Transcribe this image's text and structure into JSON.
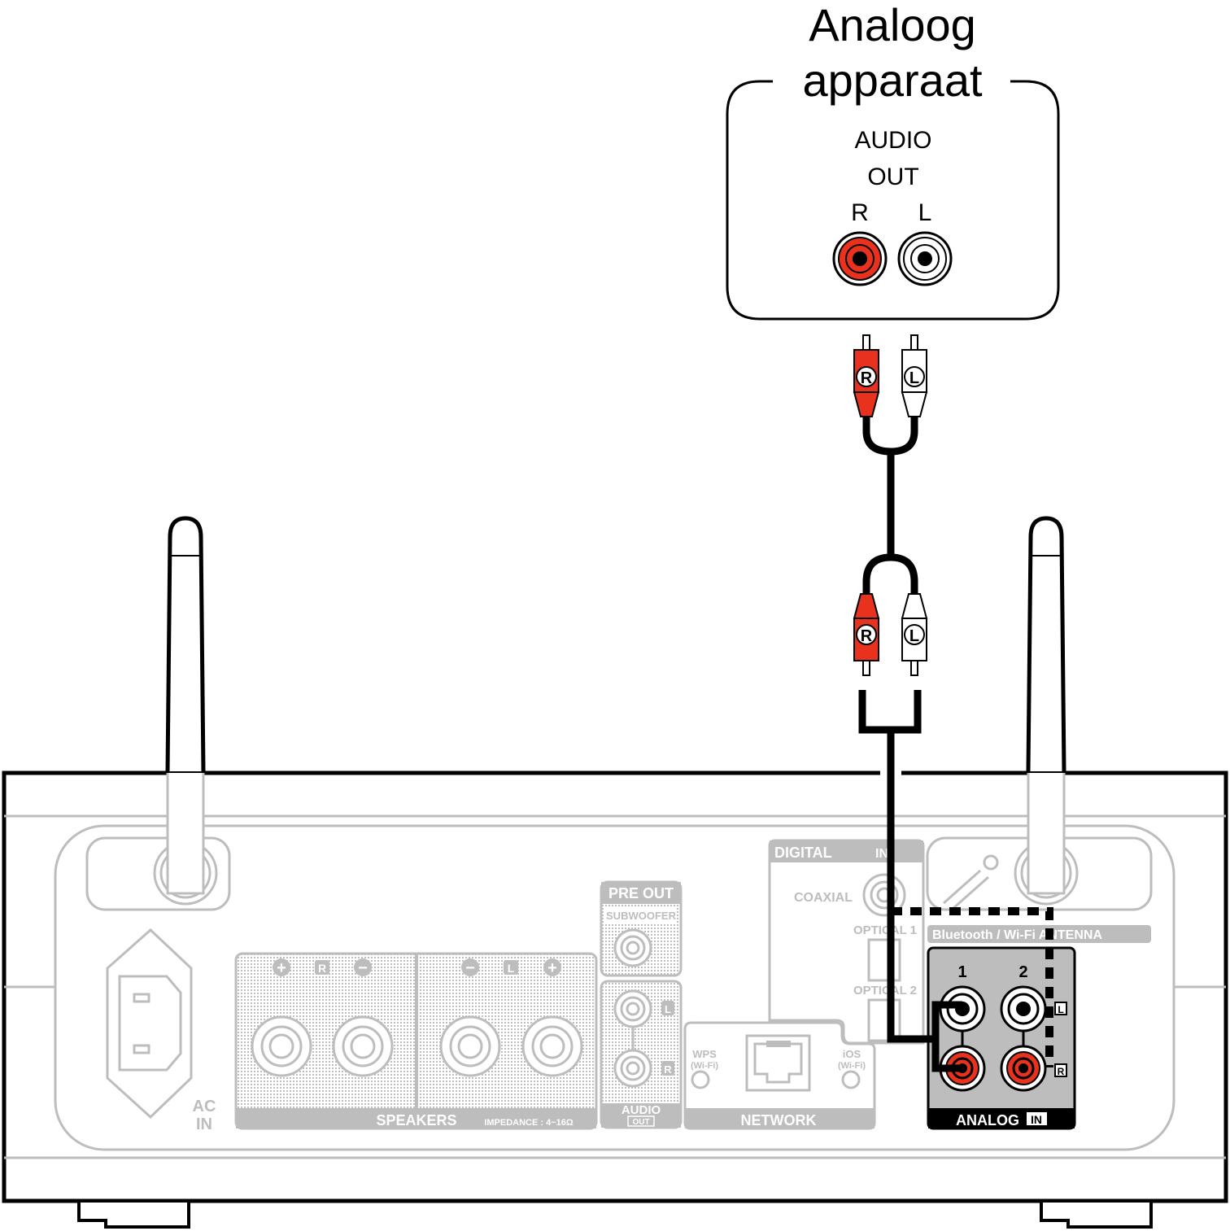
{
  "device_box": {
    "title_line1": "Analoog",
    "title_line2": "apparaat",
    "audio_label": "AUDIO",
    "out_label": "OUT",
    "r_label": "R",
    "l_label": "L"
  },
  "cable": {
    "plug_r": "R",
    "plug_l": "L"
  },
  "rear_panel": {
    "ac_in": [
      "AC",
      "IN"
    ],
    "speakers": {
      "label": "SPEAKERS",
      "impedance": "IMPEDANCE : 4~16Ω",
      "plus": "+",
      "minus": "−",
      "r": "R",
      "l": "L"
    },
    "pre_out": {
      "label": "PRE OUT",
      "subwoofer": "SUBWOOFER"
    },
    "audio_out": {
      "label": "AUDIO",
      "out": "OUT",
      "l": "L",
      "r": "R"
    },
    "network": {
      "label": "NETWORK",
      "wps": "WPS",
      "wps_sub": "(Wi-Fi)",
      "ios": "iOS",
      "ios_sub": "(Wi-Fi)"
    },
    "digital": {
      "label": "DIGITAL",
      "in": "IN",
      "coaxial": "COAXIAL",
      "optical1": "OPTICAL 1",
      "optical2": "OPTICAL 2"
    },
    "antenna": {
      "label": "Bluetooth / Wi-Fi ANTENNA"
    },
    "analog_in": {
      "label": "ANALOG",
      "in": "IN",
      "input1": "1",
      "input2": "2",
      "l": "L",
      "r": "R"
    }
  },
  "colors": {
    "red": "#e8321e",
    "gray": "#bdbdbd",
    "black": "#000000"
  }
}
